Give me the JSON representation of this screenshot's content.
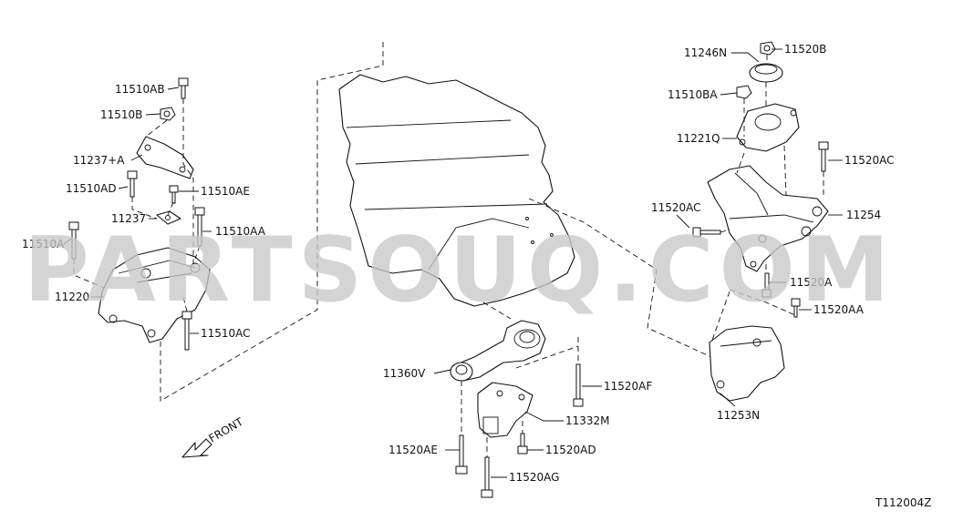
{
  "watermark": "PARTSOUQ.COM",
  "reference_code": "T112004Z",
  "direction_label": "FRONT",
  "callouts": {
    "c11510AB": "11510AB",
    "c11510B": "11510B",
    "c11237A": "11237+A",
    "c11510AD": "11510AD",
    "c11510AE": "11510AE",
    "c11237": "11237",
    "c11510AA": "11510AA",
    "c11510A": "11510A",
    "c11220": "11220",
    "c11510AC": "11510AC",
    "c11360V": "11360V",
    "c11520AF": "11520AF",
    "c11332M": "11332M",
    "c11520AE": "11520AE",
    "c11520AD": "11520AD",
    "c11520AG": "11520AG",
    "c11246N": "11246N",
    "c11520B": "11520B",
    "c11510BA": "11510BA",
    "c11221Q": "11221Q",
    "c11520AC_top": "11520AC",
    "c11520AC_left": "11520AC",
    "c11254": "11254",
    "c11520A": "11520A",
    "c11520AA": "11520AA",
    "c11253N": "11253N"
  },
  "colors": {
    "line": "#111111",
    "watermark": "#c8c8c8",
    "background": "#ffffff"
  }
}
